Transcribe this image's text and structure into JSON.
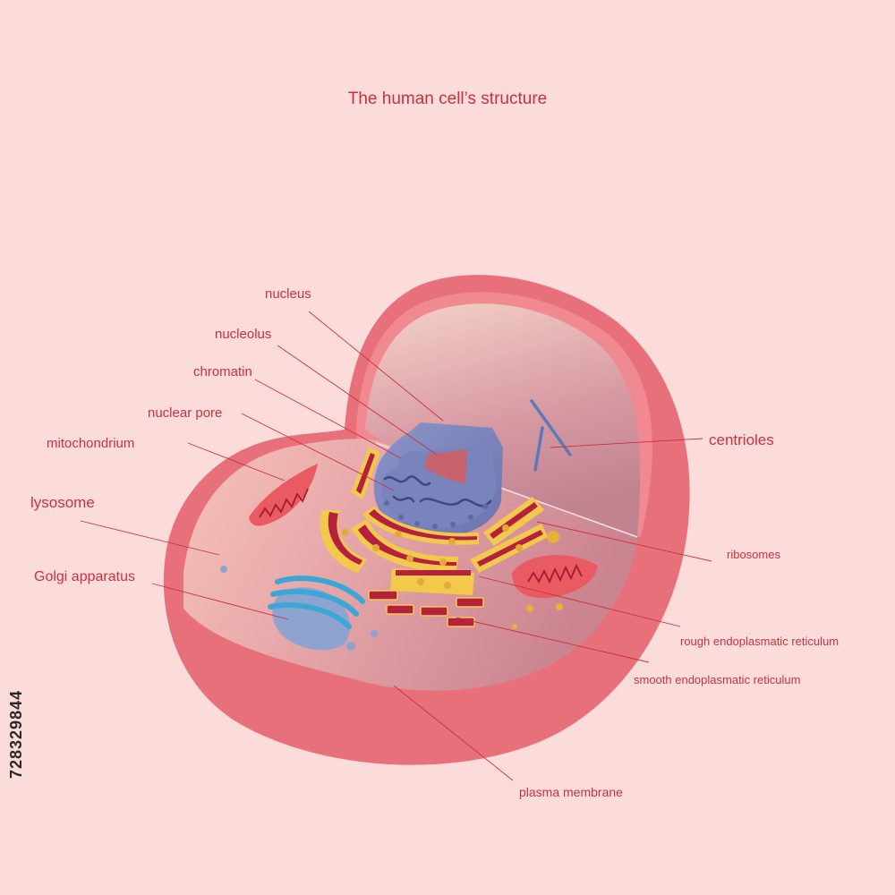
{
  "title": "The human cell’s structure",
  "labels": {
    "nucleus": "nucleus",
    "nucleolus": "nucleolus",
    "chromatin": "chromatin",
    "nuclear_pore": "nuclear pore",
    "mitochondrium": "mitochondrium",
    "lysosome": "lysosome",
    "golgi": "Golgi apparatus",
    "centrioles": "centrioles",
    "ribosomes": "ribosomes",
    "rough_er": "rough endoplasmatic reticulum",
    "smooth_er": "smooth endoplasmatic reticulum",
    "plasma_membrane": "plasma membrane"
  },
  "stock_id": "728329844",
  "colors": {
    "background": "#fbdcdb",
    "label": "#c8313f",
    "membrane": "#e8707a",
    "nucleus": "#7e88bf",
    "nucleolus": "#c8626c",
    "er_yellow": "#f3c94c",
    "er_red": "#b5203f",
    "golgi": "#3aa7d6",
    "mitochondrium": "#ea5a63"
  }
}
